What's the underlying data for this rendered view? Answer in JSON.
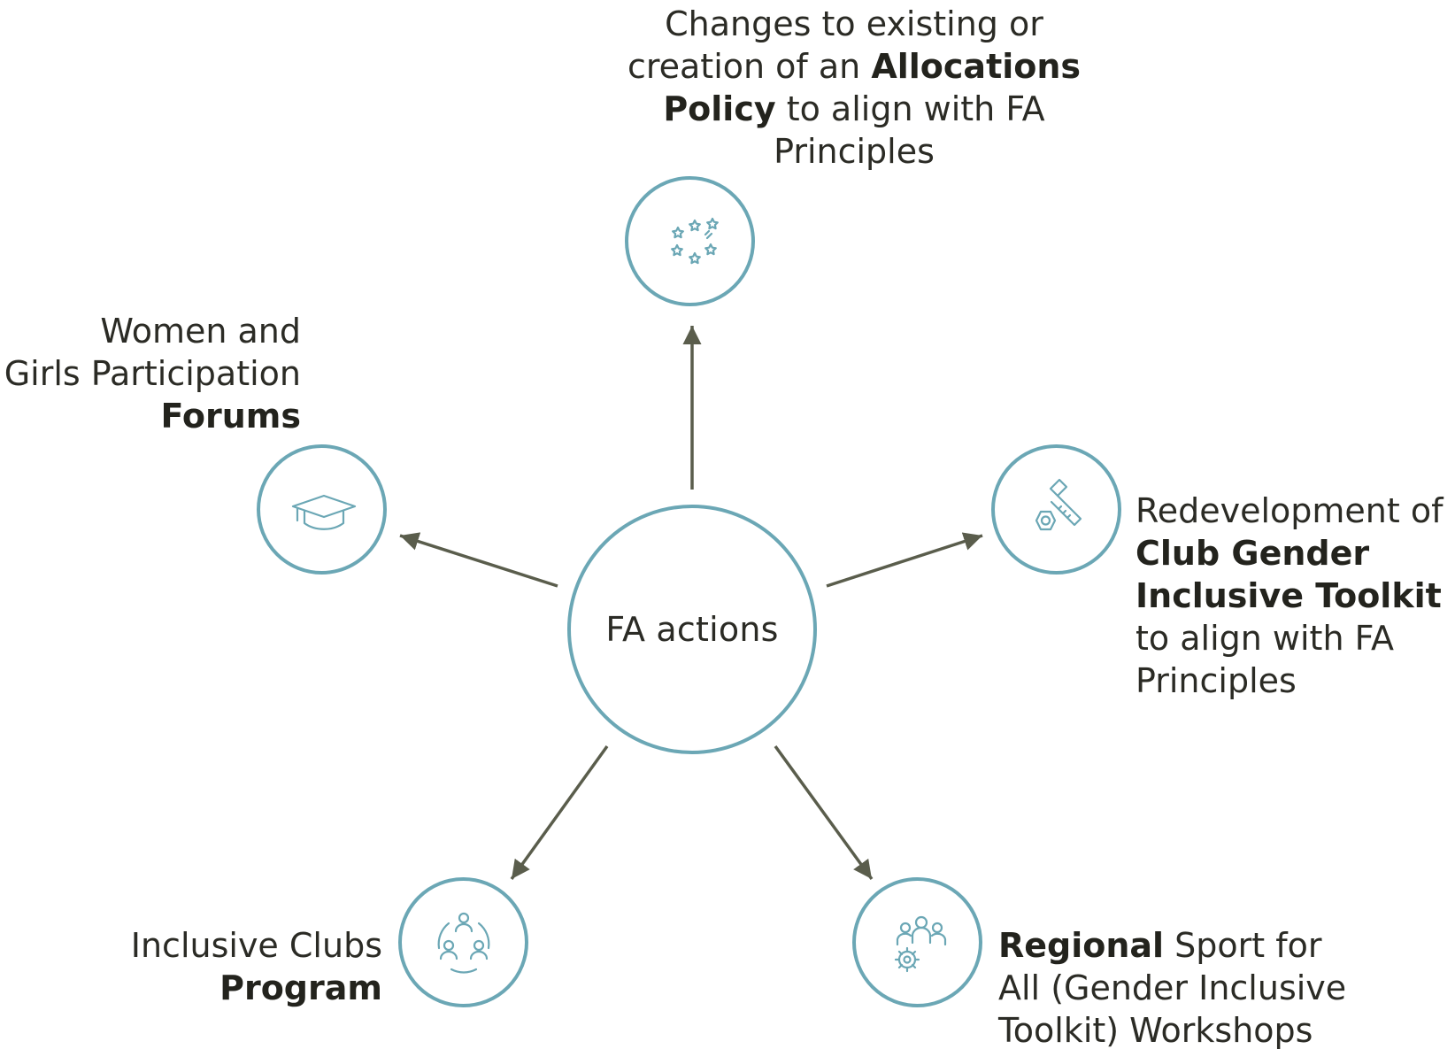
{
  "colors": {
    "accent": "#6ba7b5",
    "arrow": "#5a5d4c",
    "text": "#2b2b25"
  },
  "center": {
    "label": "FA actions"
  },
  "nodes": {
    "allocations_policy": {
      "icon": "stars-icon",
      "lines": [
        {
          "text": "Changes to existing or"
        },
        {
          "text": "creation of an ",
          "bold": "Allocations"
        },
        {
          "bold": "Policy",
          "text": " to align with FA"
        },
        {
          "text": "Principles"
        }
      ]
    },
    "forums": {
      "icon": "graduation-cap-icon",
      "lines": [
        {
          "text": "Women and"
        },
        {
          "text": "Girls Participation"
        },
        {
          "bold": "Forums"
        }
      ]
    },
    "toolkit": {
      "icon": "tools-icon",
      "lines": [
        {
          "text": "Redevelopment of"
        },
        {
          "bold": "Club Gender"
        },
        {
          "bold": "Inclusive Toolkit"
        },
        {
          "text": "to align with FA"
        },
        {
          "text": "Principles"
        }
      ]
    },
    "inclusive_clubs": {
      "icon": "community-cycle-icon",
      "lines": [
        {
          "text": "Inclusive Clubs"
        },
        {
          "bold": "Program"
        }
      ]
    },
    "workshops": {
      "icon": "team-gear-icon",
      "lines": [
        {
          "bold": "Regional",
          "text": " Sport for"
        },
        {
          "text": "All (Gender Inclusive"
        },
        {
          "text": "Toolkit) Workshops"
        }
      ]
    }
  }
}
